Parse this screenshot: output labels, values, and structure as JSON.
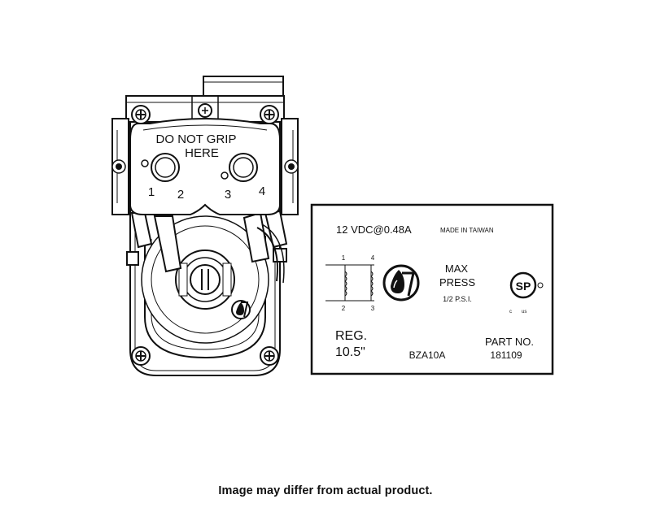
{
  "valve": {
    "warning_line1": "DO NOT GRIP",
    "warning_line2": "HERE",
    "terminal_1": "1",
    "terminal_2": "2",
    "terminal_3": "3",
    "terminal_4": "4"
  },
  "label": {
    "rating": "12 VDC@0.48A",
    "origin": "MADE IN TAIWAN",
    "pin_1": "1",
    "pin_2": "2",
    "pin_3": "3",
    "pin_4": "4",
    "max_press_line1": "MAX",
    "max_press_line2": "PRESS",
    "max_press_line3": "1/2 P.S.I.",
    "reg_line1": "REG.",
    "reg_line2": "10.5\"",
    "model": "BZA10A",
    "part_no_label": "PART NO.",
    "part_no_value": "181109",
    "csa_mark": "SP",
    "csa_c": "c",
    "csa_us": "us"
  },
  "footer": {
    "disclaimer": "Image may differ from actual product."
  },
  "colors": {
    "line": "#111111",
    "background": "#ffffff"
  },
  "icons": {
    "logo": "water-drop-logo-icon",
    "cert": "csa-certification-icon"
  }
}
